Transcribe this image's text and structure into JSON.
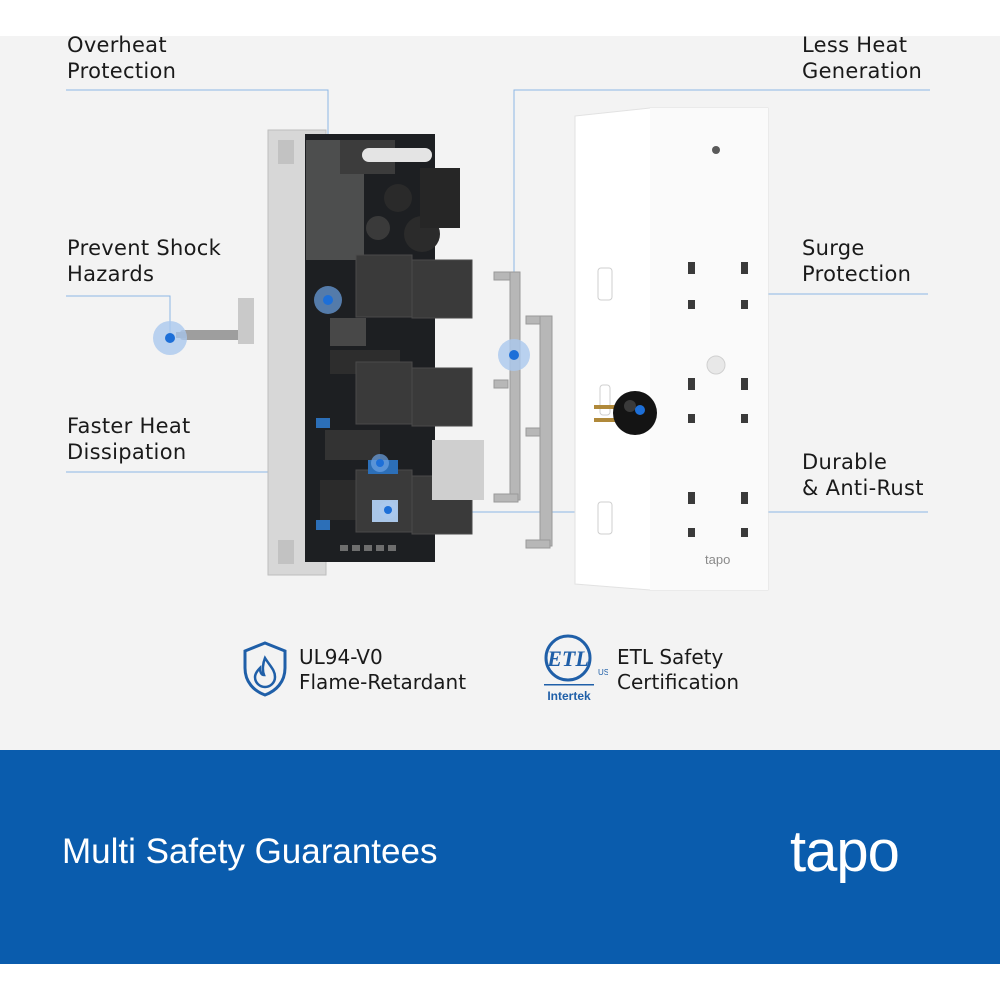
{
  "callouts": {
    "overheat": {
      "line1": "Overheat",
      "line2": "Protection"
    },
    "shock": {
      "line1": "Prevent Shock",
      "line2": "Hazards"
    },
    "heat_dissipation": {
      "line1": "Faster Heat",
      "line2": "Dissipation"
    },
    "less_heat": {
      "line1": "Less Heat",
      "line2": "Generation"
    },
    "surge": {
      "line1": "Surge",
      "line2": "Protection"
    },
    "durable": {
      "line1": "Durable",
      "line2": "& Anti-Rust"
    }
  },
  "certs": {
    "ul94": {
      "line1": "UL94-V0",
      "line2": "Flame-Retardant",
      "icon": "flame-shield-icon"
    },
    "etl": {
      "line1": "ETL Safety",
      "line2": "Certification",
      "icon": "etl-intertek-logo",
      "logo_text": "ETL",
      "logo_sub": "Intertek",
      "logo_us": "US"
    }
  },
  "device": {
    "logo": "tapo"
  },
  "footer": {
    "headline": "Multi Safety Guarantees",
    "brand": "tapo"
  },
  "colors": {
    "accent": "#0a5cad",
    "callout_dot": "#1d6fd8",
    "callout_line": "#7fb0e6"
  }
}
